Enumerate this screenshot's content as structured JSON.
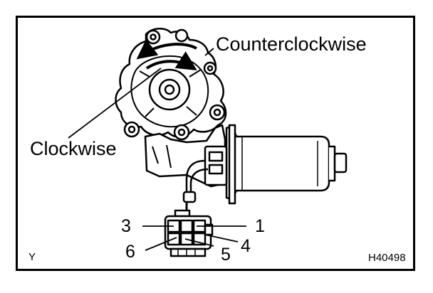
{
  "labels": {
    "counterclockwise": "Counterclockwise",
    "clockwise": "Clockwise",
    "pin_3": "3",
    "pin_1": "1",
    "pin_6": "6",
    "pin_4": "4",
    "pin_5": "5",
    "corner_mark": "Y",
    "figure_code": "H40498"
  }
}
